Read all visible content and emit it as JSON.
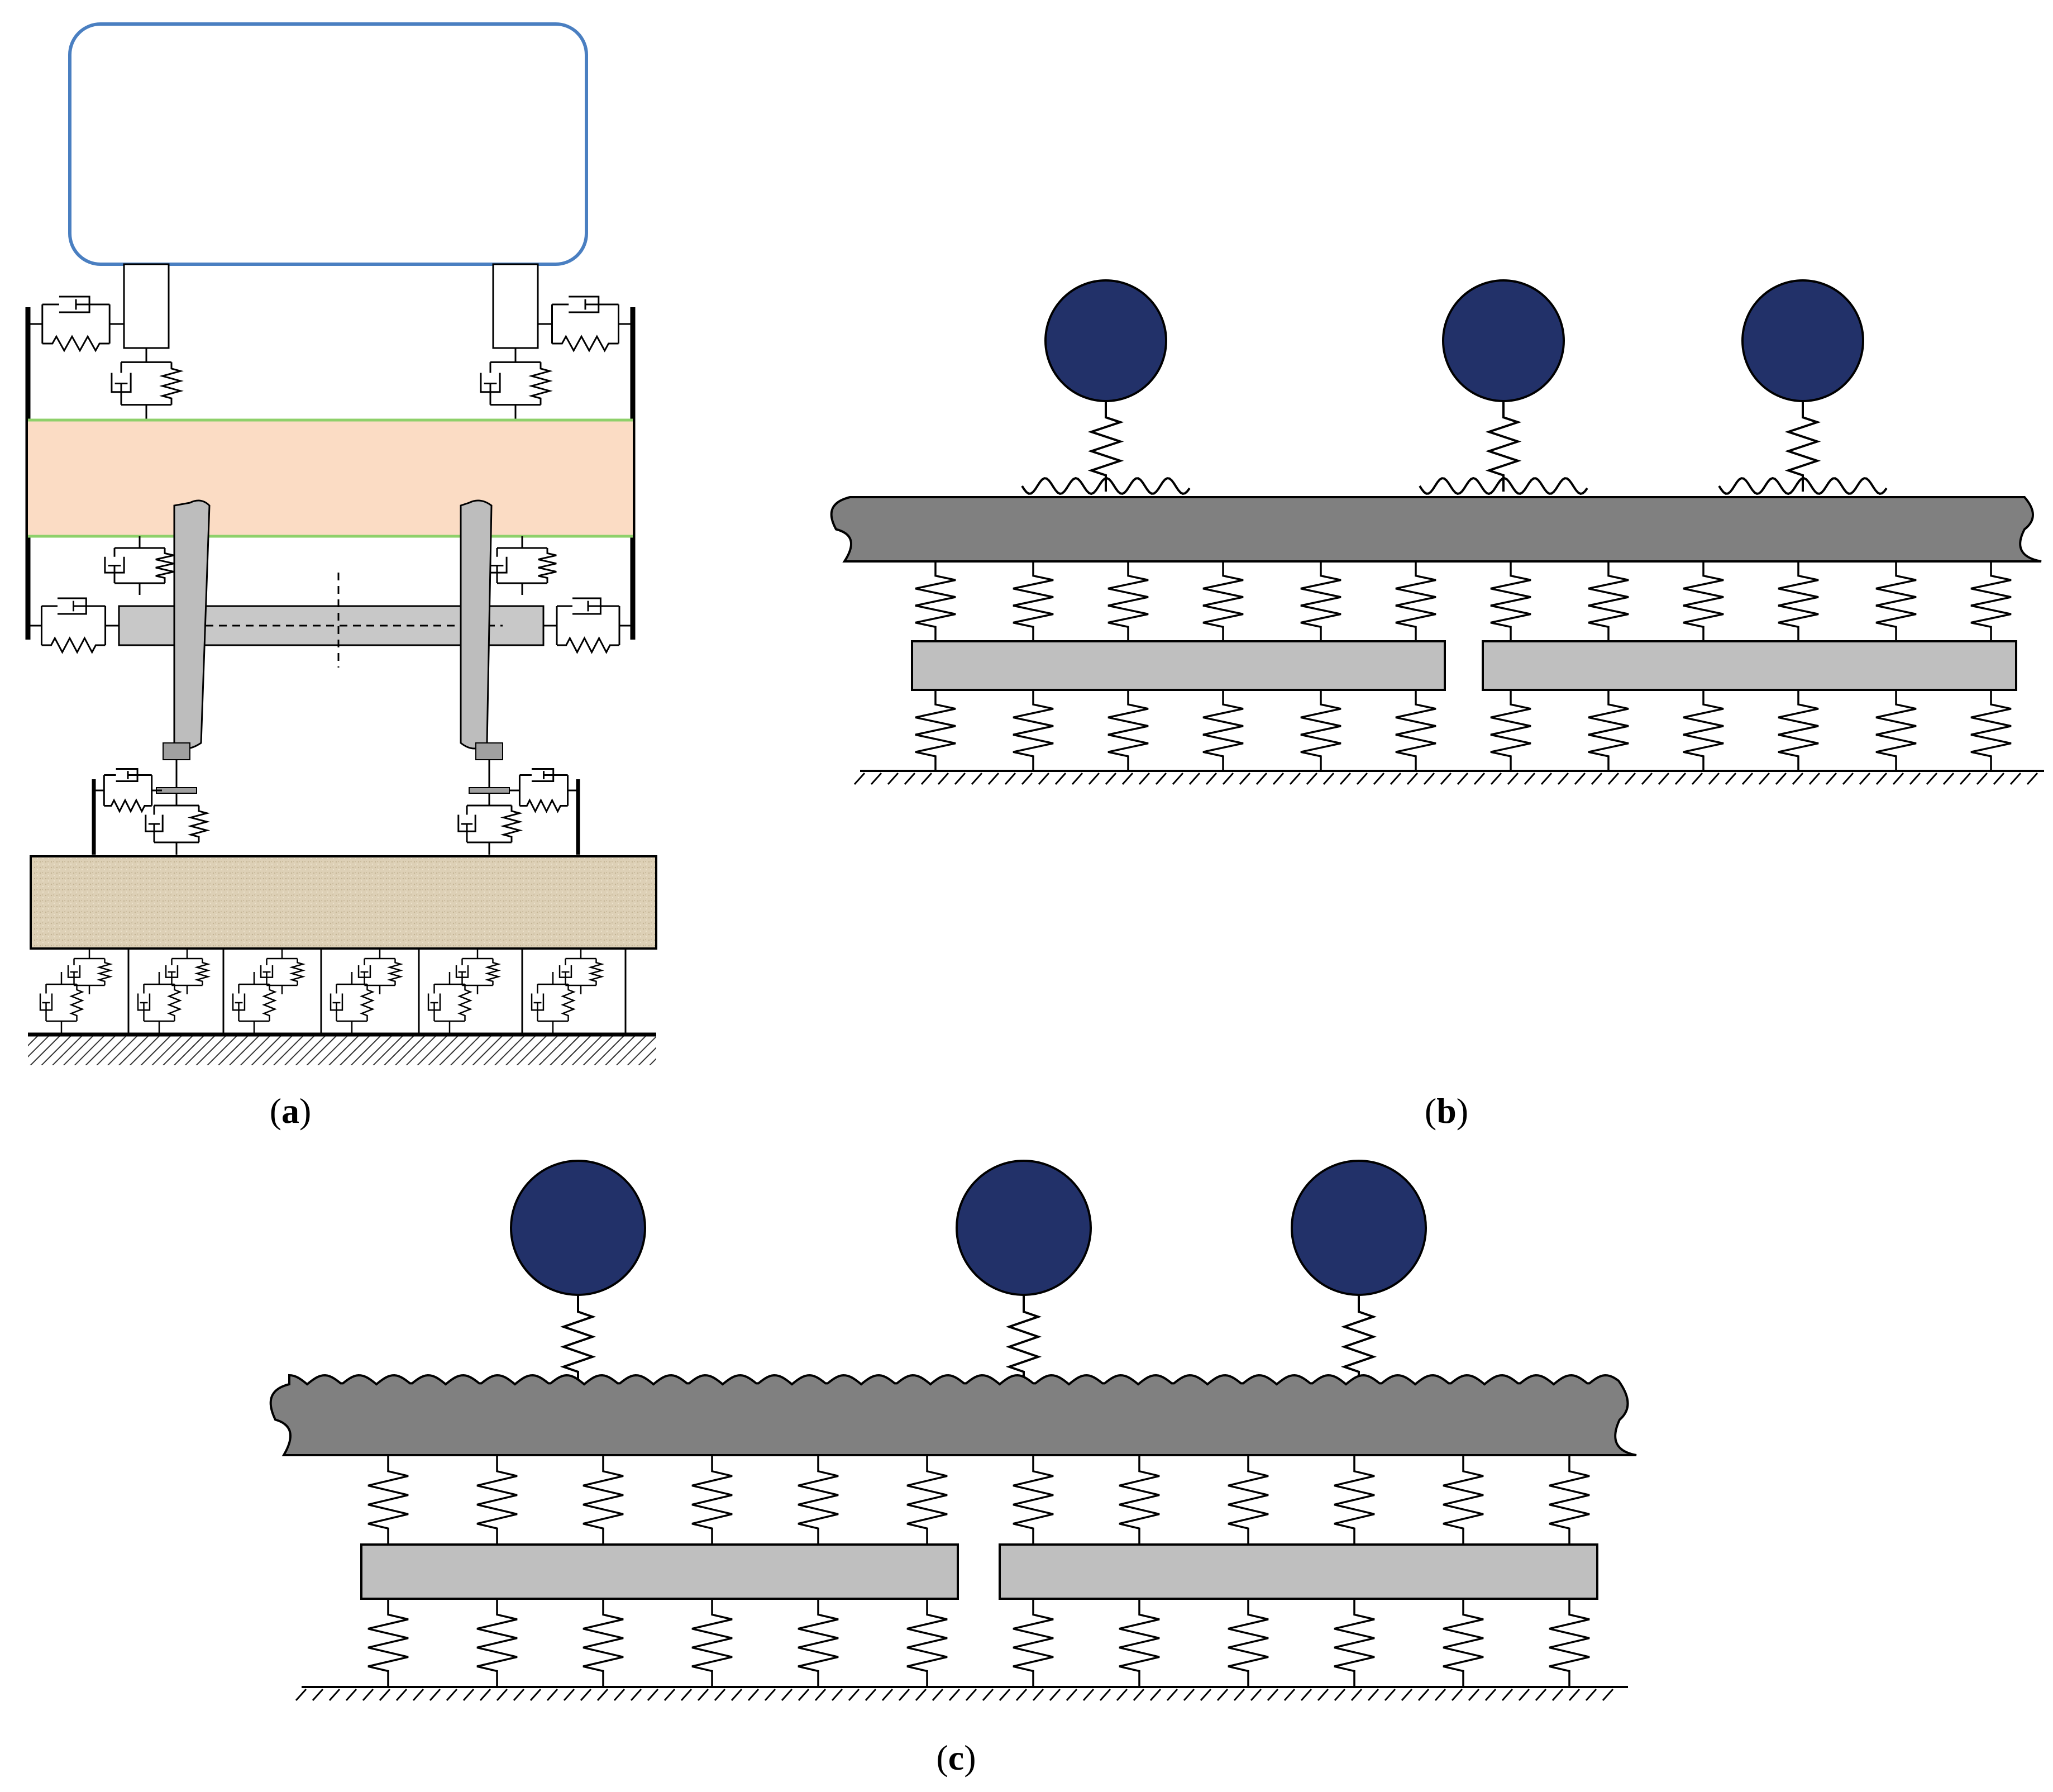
{
  "panels": {
    "a": {
      "caption_letter": "a"
    },
    "b": {
      "caption_letter": "b"
    },
    "c": {
      "caption_letter": "c"
    }
  },
  "colors": {
    "car_body_stroke": "#4a7fc1",
    "bogie_fill": "#fbdcc4",
    "bogie_edge": "#8ed06a",
    "ballast_fill": "#ddd0b6",
    "axle_fill": "#c8c8c8",
    "rail_fill": "#808080",
    "sleeper_fill": "#bfbfbf",
    "wheel_fill": "#223169"
  },
  "icons": [
    "spring-damper-icon",
    "spring-icon",
    "ground-hatch-icon",
    "wheel-mass-icon"
  ]
}
